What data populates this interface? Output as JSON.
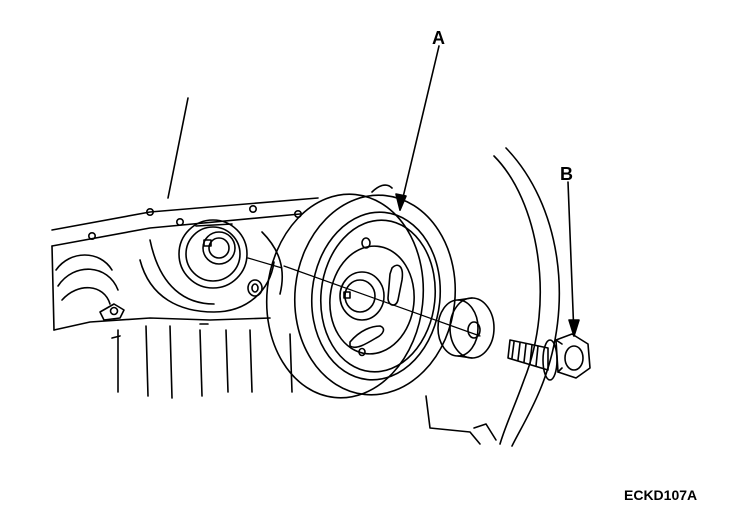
{
  "diagram": {
    "callouts": [
      {
        "id": "A",
        "text": "A"
      },
      {
        "id": "B",
        "text": "B"
      }
    ],
    "figure_code": "ECKD107A",
    "colors": {
      "ink": "#000000",
      "paper": "#ffffff"
    }
  }
}
